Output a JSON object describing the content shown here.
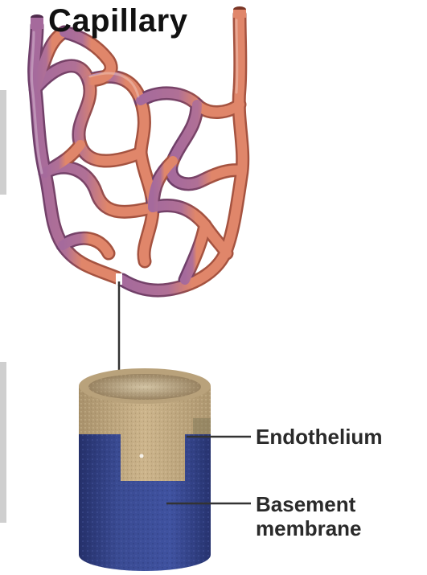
{
  "diagram": {
    "title": "Capillary",
    "labels": {
      "endothelium": "Endothelium",
      "basement_line1": "Basement",
      "basement_line2": "membrane"
    },
    "colors": {
      "venous_vessel": "#a56a9c",
      "venous_edge": "#6e3f6a",
      "arterial_vessel": "#e0866a",
      "arterial_edge": "#a55340",
      "endothelium": "#c4ad86",
      "basement_membrane": "#38488f",
      "leader_line": "#333333"
    }
  }
}
